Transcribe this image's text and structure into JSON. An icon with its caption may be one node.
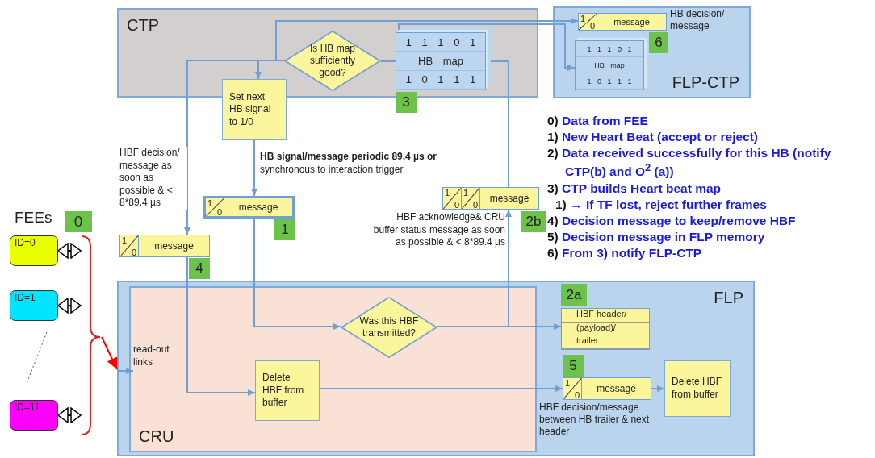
{
  "diagram": {
    "nodes": [
      {
        "text": [
          "CTP"
        ]
      },
      {
        "text": [
          "Is HB map sufficiently good?"
        ],
        "in": 0
      },
      {
        "text": [
          "1 1 1 0 1",
          "HB map",
          "1 0 1 1 1"
        ],
        "in": 0,
        "beside": [
          "3"
        ]
      },
      {
        "text": [
          "Set next HB signal to 1/0"
        ]
      },
      {
        "text": [
          "1",
          "0",
          "message"
        ],
        "beside": [
          "1"
        ]
      },
      {
        "text": [
          "1",
          "0",
          "message"
        ],
        "beside": [
          "4"
        ]
      },
      {
        "text": [
          "1",
          "0",
          "1",
          "0",
          "message"
        ],
        "beside": [
          "2b"
        ]
      },
      {
        "text": [
          "FLP-CTP"
        ]
      },
      {
        "text": [
          "1",
          "0",
          "message"
        ],
        "in": 7,
        "beside": [
          "HB decision/ message",
          "6"
        ]
      },
      {
        "text": [
          "1 1 1 0 1",
          "HB map",
          "1 0 1 1 1"
        ],
        "in": 7
      },
      {
        "text": [
          "FLP"
        ]
      },
      {
        "text": [
          "CRU"
        ],
        "in": 10
      },
      {
        "text": [
          "Was this HBF transmitted?"
        ],
        "in": 11
      },
      {
        "text": [
          "Delete HBF from buffer"
        ],
        "in": 11
      },
      {
        "text": [
          "HBF header/",
          "(payload)/",
          "trailer"
        ],
        "in": 10,
        "beside": [
          "2a"
        ]
      },
      {
        "text": [
          "1",
          "0",
          "message"
        ],
        "in": 10,
        "beside": [
          "5",
          "HBF decision/message between HB trailer & next header"
        ]
      },
      {
        "text": [
          "Delete HBF from buffer"
        ],
        "in": 10
      },
      {
        "text": [
          "ID=0"
        ]
      },
      {
        "text": [
          "ID=1"
        ]
      },
      {
        "text": [
          "ID=11"
        ]
      },
      {
        "text": [
          "read-out links"
        ],
        "in": 11
      },
      {
        "text": [],
        "shape": "brace"
      }
    ],
    "edges": [
      {
        "from": 1,
        "to": 3,
        "arrow": "to"
      },
      {
        "from": 1,
        "to": 5,
        "arrow": "to",
        "label": "HBF decision/ message as soon as possible & < 8*89.4 µs"
      },
      {
        "from": 3,
        "to": 4,
        "arrow": "to",
        "label": "**HB signal/message periodic 89.4 µs or** synchronous to interaction trigger"
      },
      {
        "from": 4,
        "to": 12,
        "arrow": "to"
      },
      {
        "from": 12,
        "to": 14,
        "arrow": "to"
      },
      {
        "from": 12,
        "to": 6,
        "arrow": "to",
        "label": "HBF acknowledge& CRU buffer status message as soon as possible & < 8*89.4 µs"
      },
      {
        "from": 6,
        "to": 2,
        "arrow": "none"
      },
      {
        "from": 2,
        "to": 1,
        "arrow": "none"
      },
      {
        "from": 1,
        "to": 8,
        "arrow": "to"
      },
      {
        "from": 2,
        "to": 9,
        "arrow": "to"
      },
      {
        "from": 5,
        "to": 13,
        "arrow": "to"
      },
      {
        "from": 13,
        "to": 15,
        "arrow": "to"
      },
      {
        "from": 15,
        "to": 16,
        "arrow": "to"
      },
      {
        "from": 17,
        "to": 21,
        "arrow": "both",
        "color": "#000000"
      },
      {
        "from": 18,
        "to": 21,
        "arrow": "both",
        "color": "#000000"
      },
      {
        "from": 19,
        "to": 21,
        "arrow": "both",
        "color": "#000000"
      },
      {
        "from": 21,
        "to": 10,
        "arrow": "to",
        "color": "#ff0000"
      },
      {
        "from": null,
        "to": 20,
        "arrow": "to"
      }
    ],
    "labels": [
      "FEEs",
      "0",
      "0) Data from FEE",
      "1) New Heart Beat (accept or reject)",
      "2) Data received successfully for this HB (notify CTP(b) and O$^{2}$ (a))",
      "3) CTP builds Heart beat map",
      "1) → If TF lost, reject further frames",
      "4) Decision message to keep/remove HBF",
      "5) Decision message in FLP memory",
      "6) From 3) notify FLP-CTP"
    ]
  }
}
